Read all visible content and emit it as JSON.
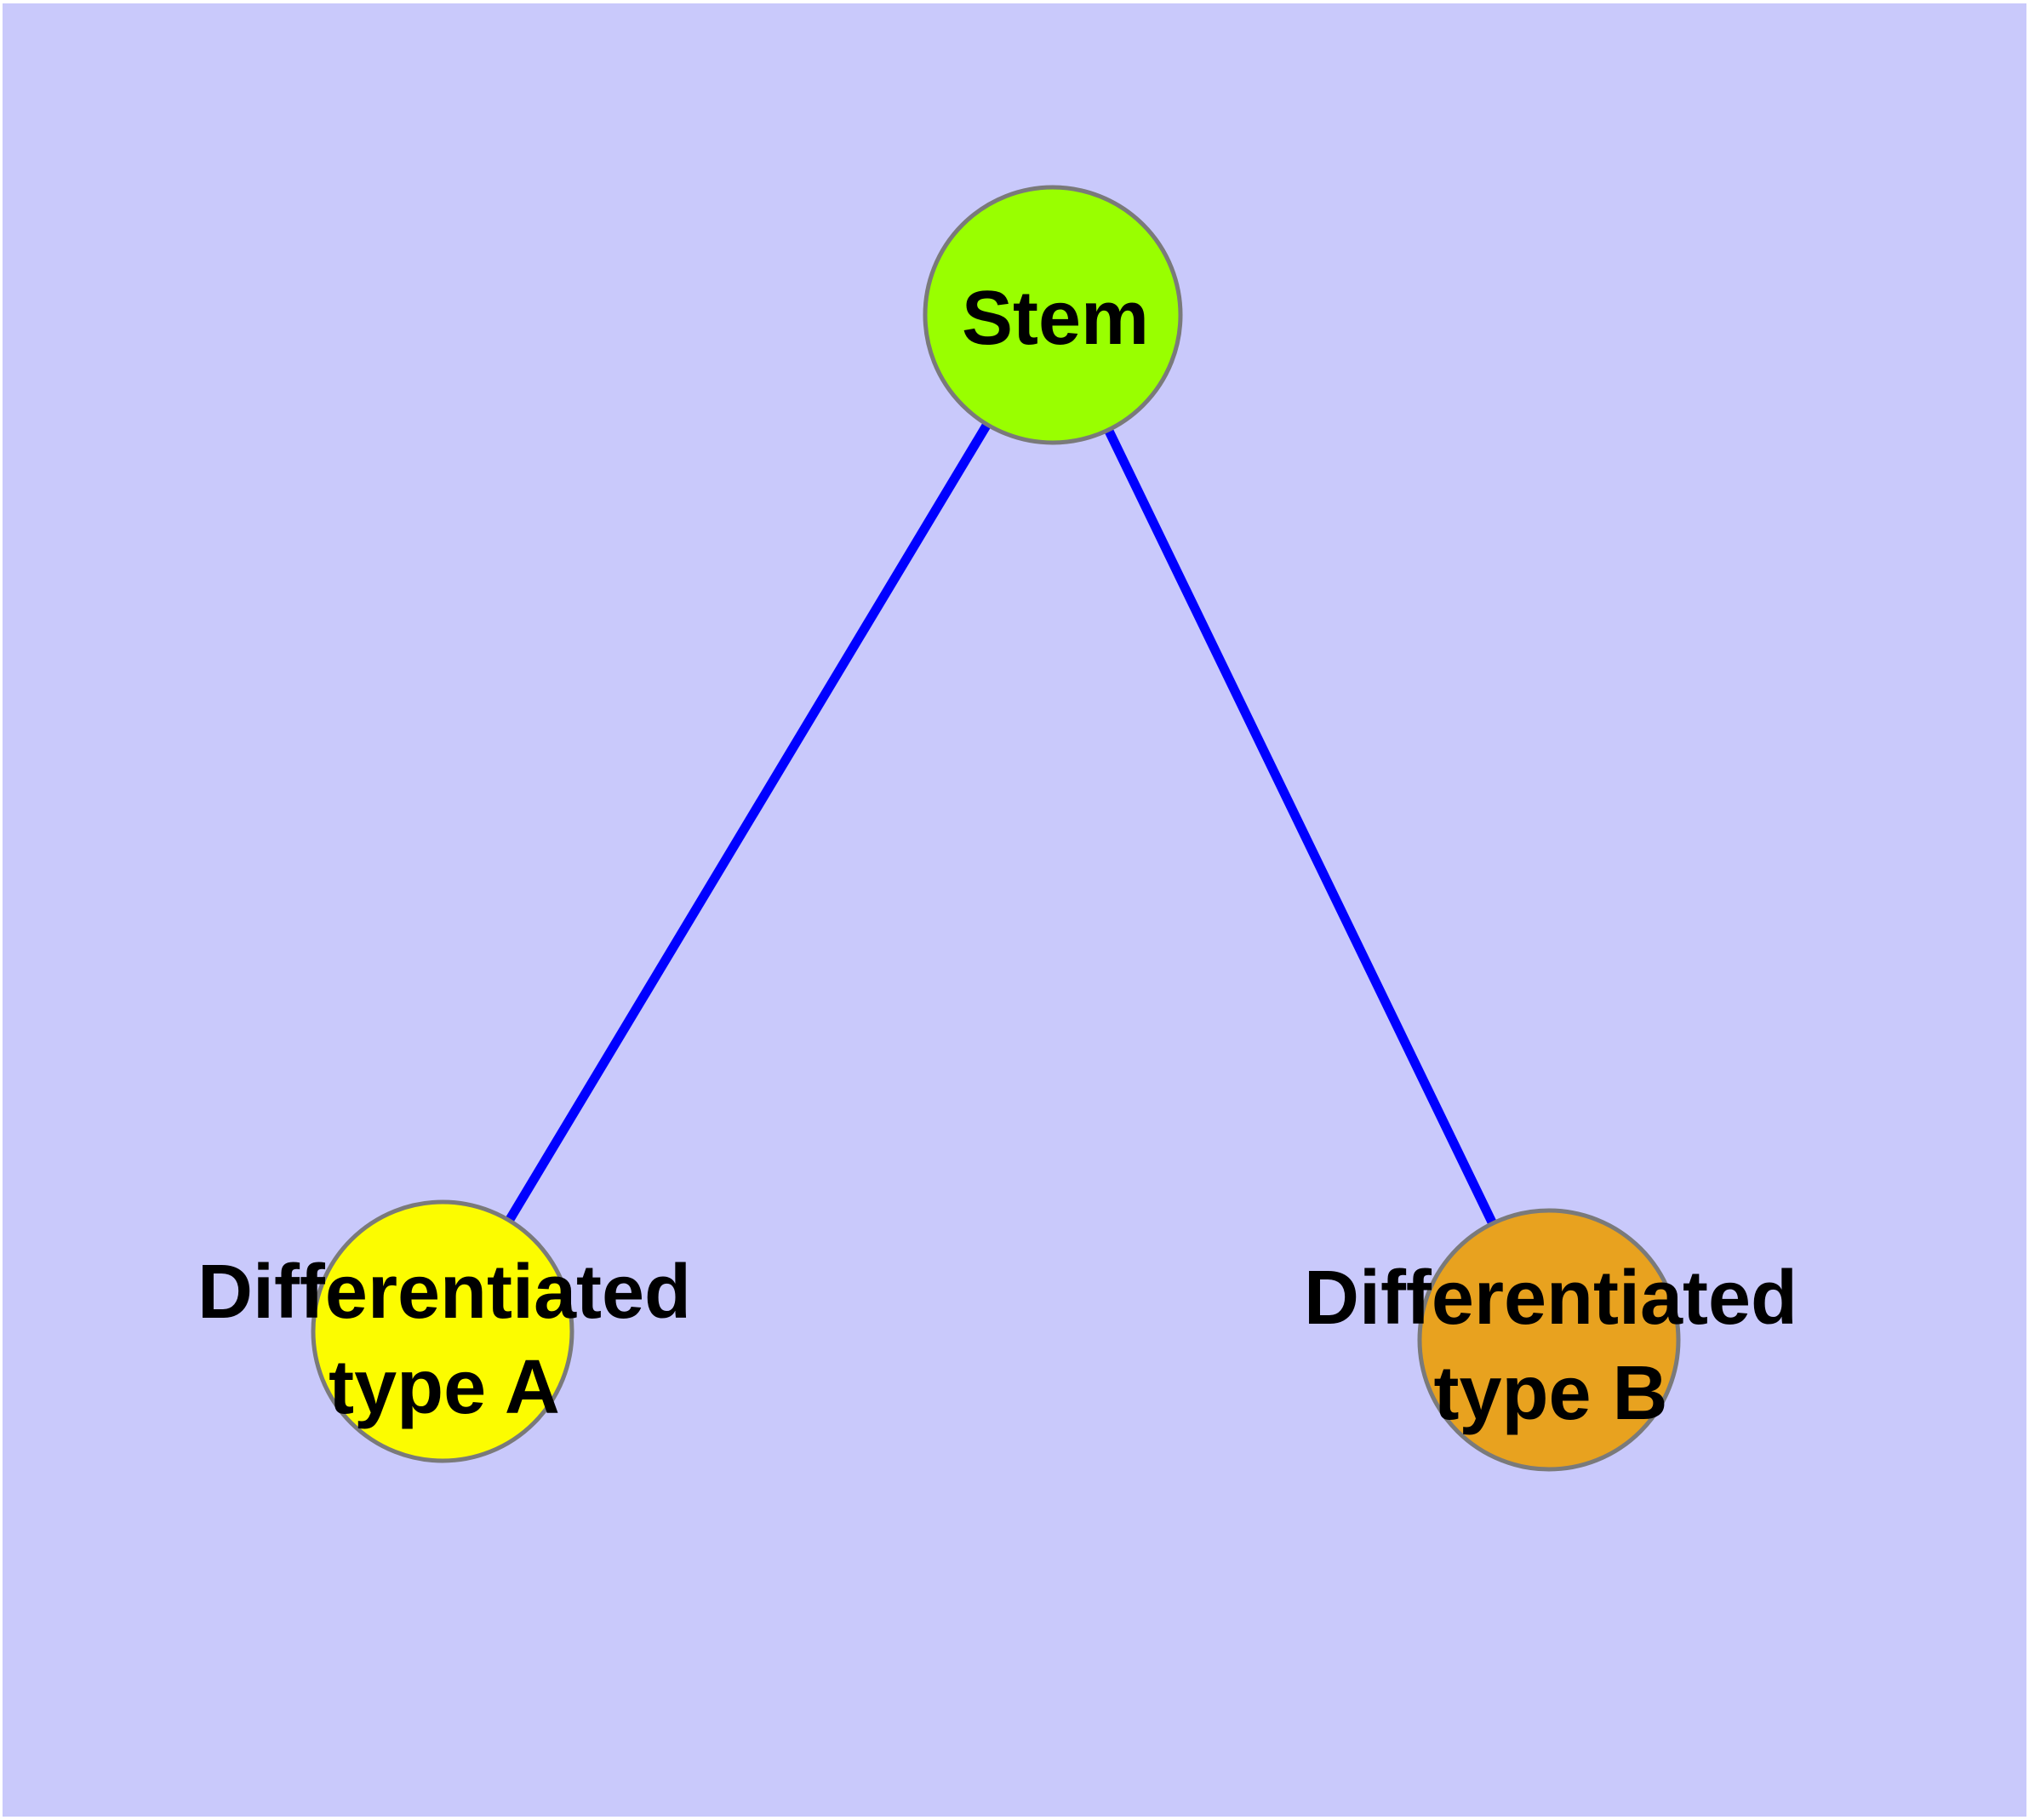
{
  "diagram": {
    "background_color": "#c9c9fb",
    "margin_color": "#ffffff",
    "edge_color": "#0000ff",
    "node_border_color": "#7a7a7a",
    "label_color": "#000000",
    "nodes": [
      {
        "id": "stem",
        "label": "Stem",
        "fill": "#99ff00"
      },
      {
        "id": "differentiated-type-a",
        "label_line1": "Differentiated",
        "label_line2": "type A",
        "fill": "#fcfc00"
      },
      {
        "id": "differentiated-type-b",
        "label_line1": "Differentiated",
        "label_line2": "type B",
        "fill": "#e8a21f"
      }
    ],
    "edges": [
      {
        "from": "Stem",
        "to": "Differentiated type A"
      },
      {
        "from": "Stem",
        "to": "Differentiated type B"
      }
    ]
  }
}
